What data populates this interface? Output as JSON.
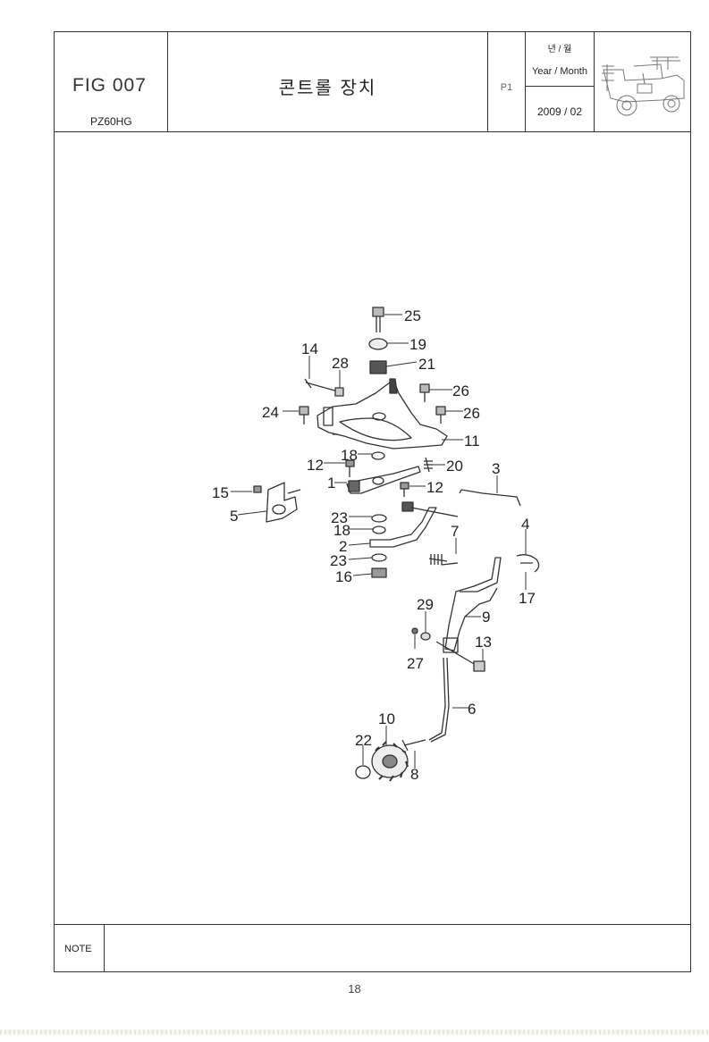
{
  "header": {
    "fig": "FIG 007",
    "model": "PZ60HG",
    "title": "콘트롤 장치",
    "page_code": "P1",
    "date_label_kr": "년 / 월",
    "date_label_en": "Year / Month",
    "date_value": "2009 / 02"
  },
  "callouts": [
    "25",
    "19",
    "14",
    "28",
    "21",
    "26",
    "24",
    "26",
    "11",
    "18",
    "12",
    "20",
    "3",
    "1",
    "12",
    "15",
    "5",
    "23",
    "18",
    "7",
    "4",
    "2",
    "23",
    "16",
    "17",
    "29",
    "9",
    "13",
    "27",
    "6",
    "10",
    "22",
    "8"
  ],
  "note": {
    "label": "NOTE",
    "text": ""
  },
  "footer": {
    "page_number": "18"
  }
}
